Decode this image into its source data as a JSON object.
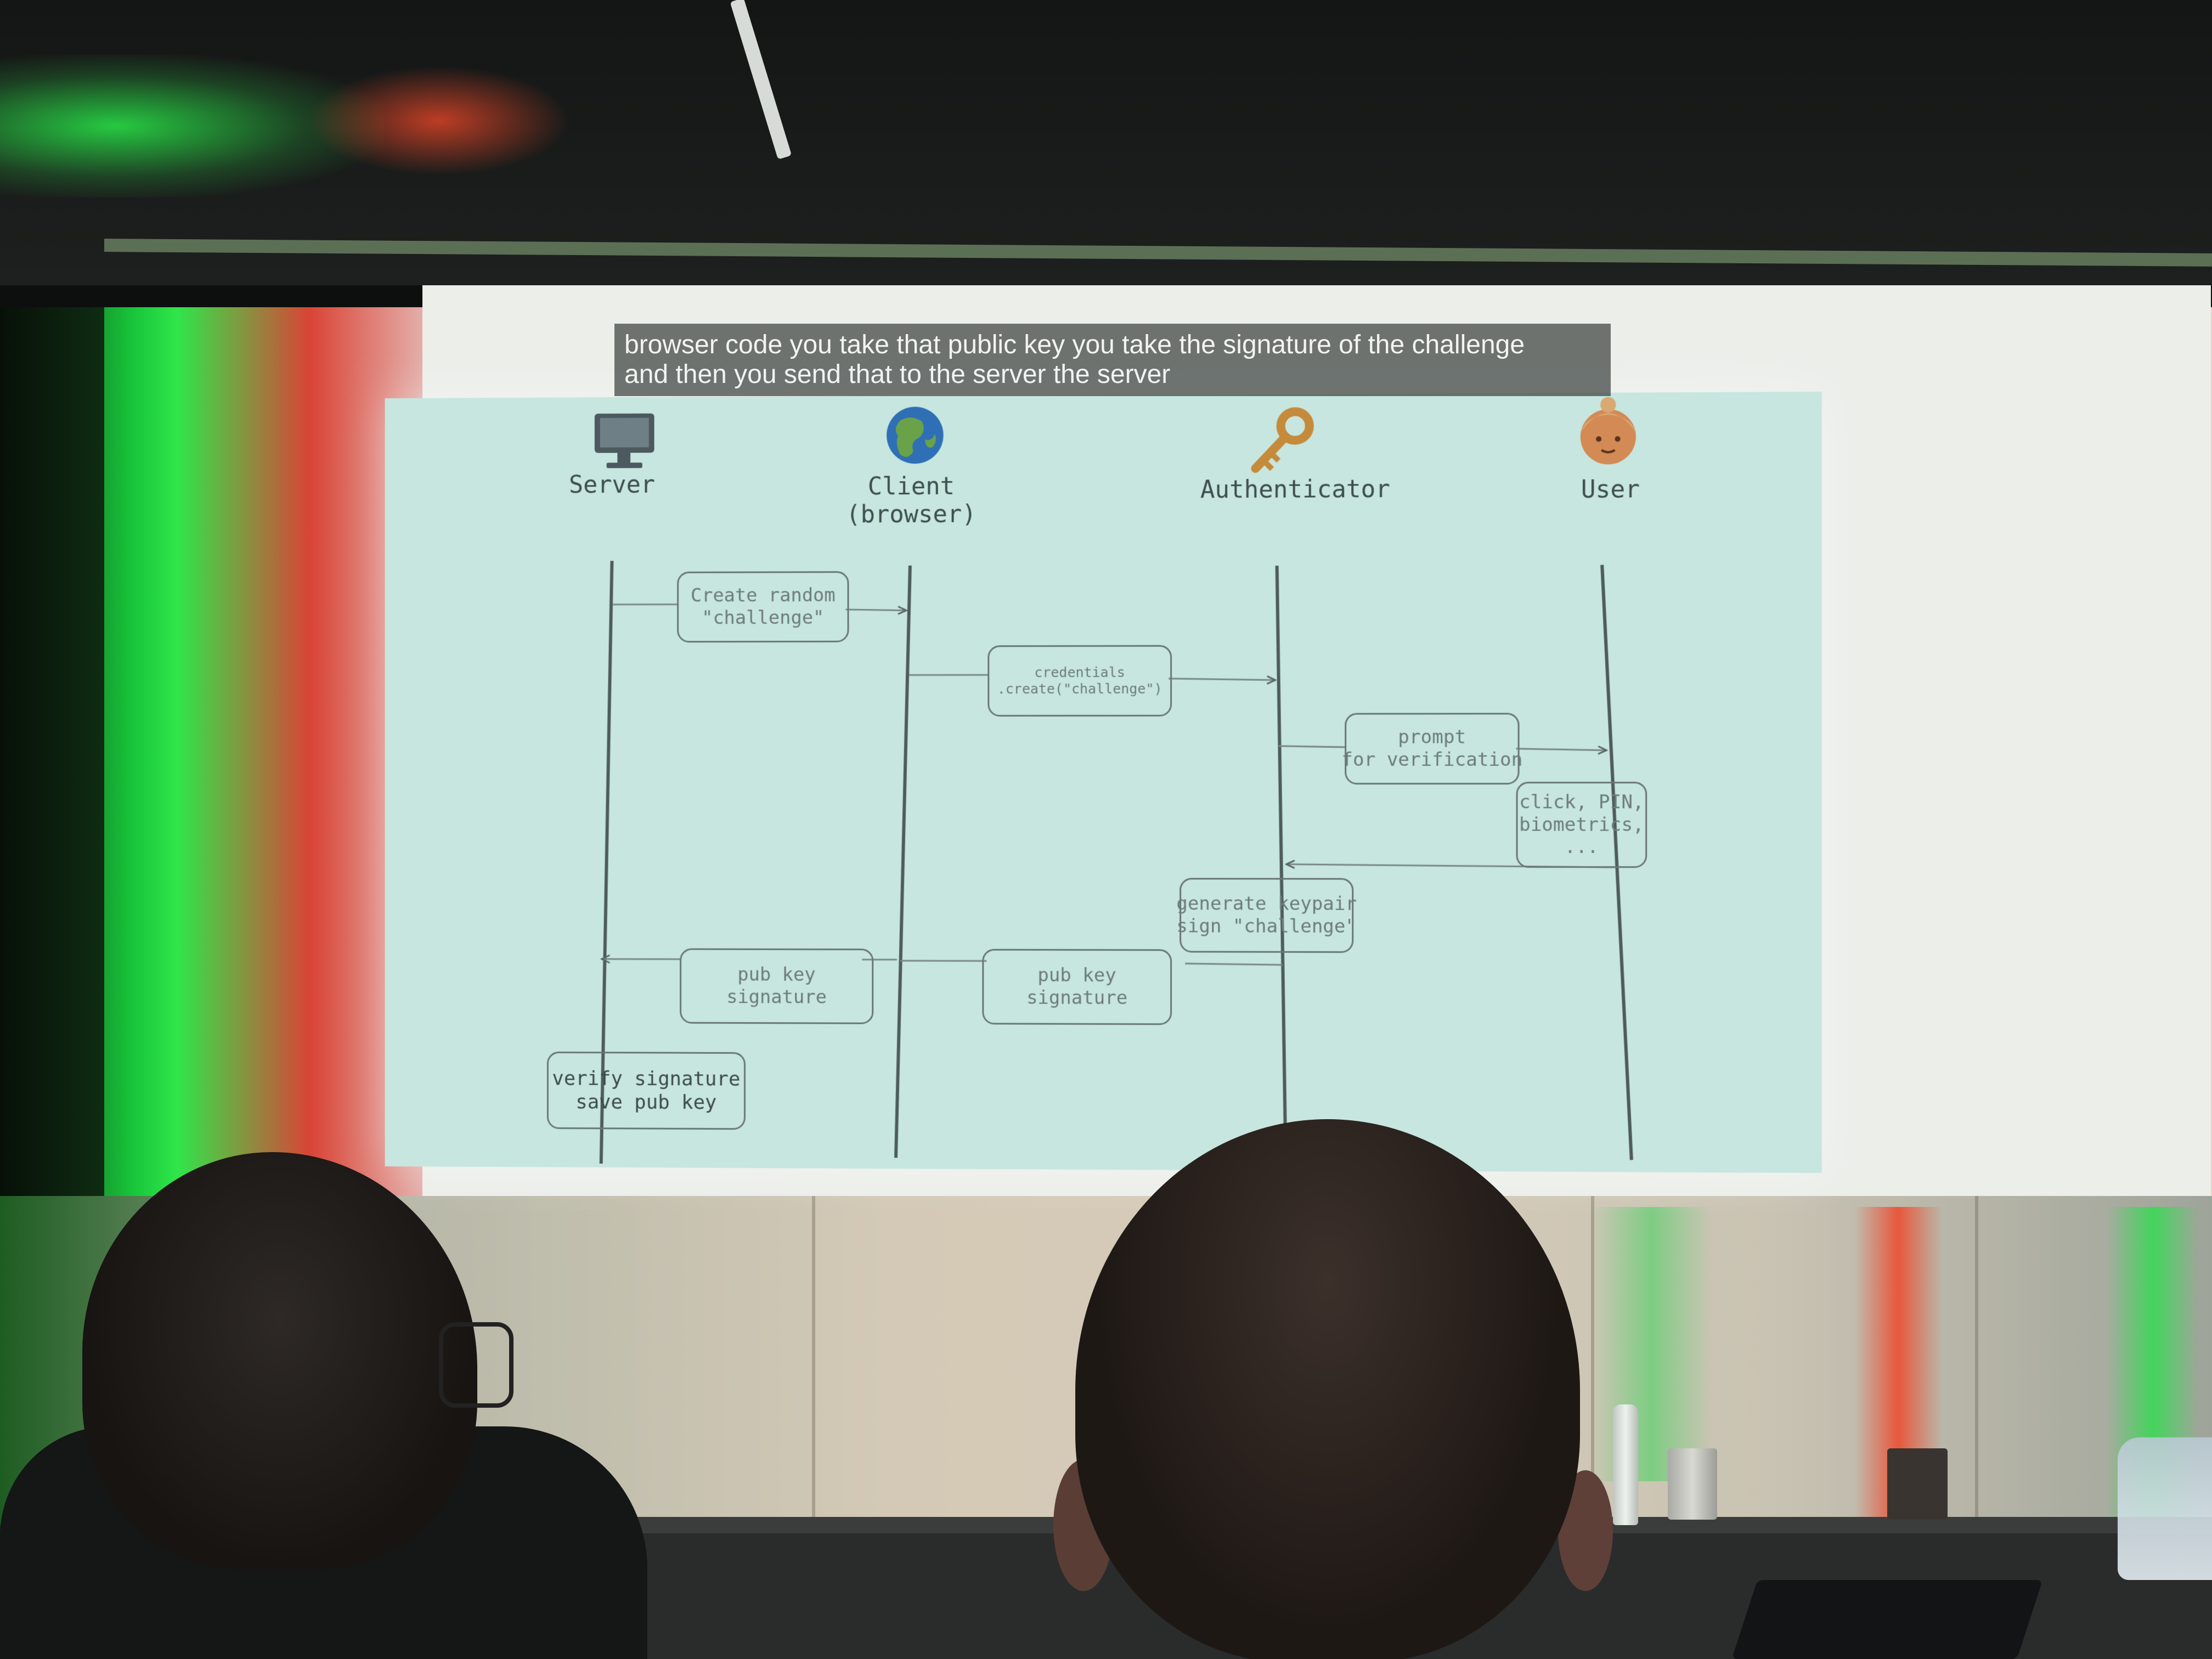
{
  "caption": {
    "line1": "browser code you take that public key you take the signature of the challenge",
    "line2": "and then you send that to the server the server"
  },
  "actors": [
    {
      "label": "Server",
      "icon": "computer-icon"
    },
    {
      "label": "Client",
      "label2": "(browser)",
      "icon": "globe-icon"
    },
    {
      "label": "Authenticator",
      "icon": "key-icon"
    },
    {
      "label": "User",
      "icon": "person-icon"
    }
  ],
  "steps": {
    "create_challenge": {
      "line1": "Create random",
      "line2": "\"challenge\""
    },
    "credentials_create": {
      "line1": "credentials",
      "line2": ".create(\"challenge\")"
    },
    "prompt": {
      "line1": "prompt",
      "line2": "for verification"
    },
    "user_action": {
      "line1": "click, PIN,",
      "line2": "biometrics,",
      "line3": "..."
    },
    "generate": {
      "line1": "generate keypair",
      "line2": "sign \"challenge\""
    },
    "client_return": {
      "line1": "pub key",
      "line2": "signature"
    },
    "server_receive": {
      "line1": "pub key",
      "line2": "signature"
    },
    "verify": {
      "line1": "verify signature",
      "line2": "save pub key"
    }
  },
  "colors": {
    "slide_bg": "#c6e6df",
    "line": "#4e5b5c",
    "text": "#4b5b5b"
  }
}
